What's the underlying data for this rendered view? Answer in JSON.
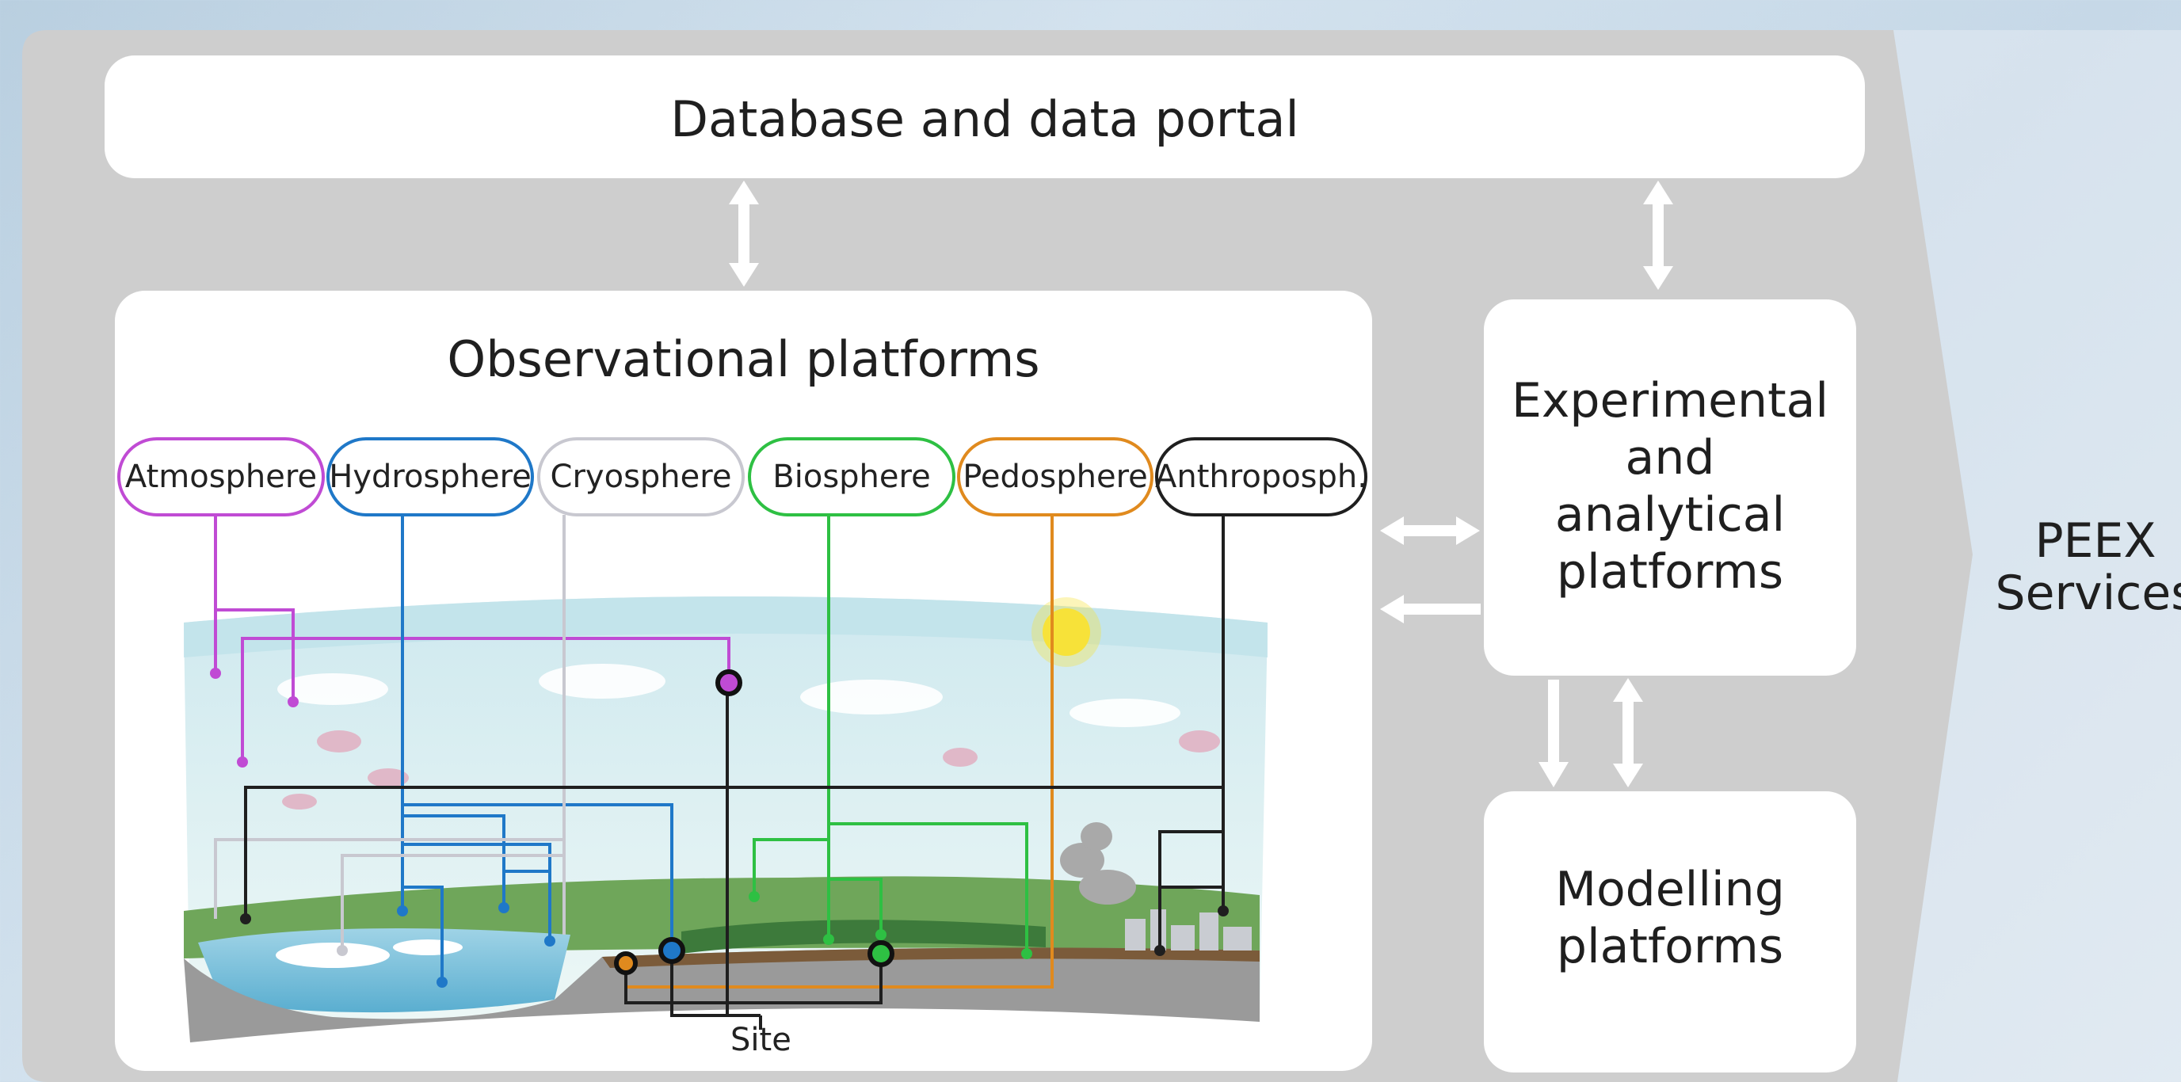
{
  "boxes": {
    "database": "Database and data portal",
    "observational": "Observational platforms",
    "experimental_lines": [
      "Experimental",
      "and",
      "analytical",
      "platforms"
    ],
    "modelling_lines": [
      "Modelling",
      "platforms"
    ],
    "services_lines": [
      "PEEX",
      "Services"
    ]
  },
  "spheres": [
    {
      "label": "Atmosphere",
      "color": "#c04bd4"
    },
    {
      "label": "Hydrosphere",
      "color": "#1f78c8"
    },
    {
      "label": "Cryosphere",
      "color": "#c8c8d0"
    },
    {
      "label": "Biosphere",
      "color": "#2ec043"
    },
    {
      "label": "Pedosphere",
      "color": "#e08a1e"
    },
    {
      "label": "Anthroposph.",
      "color": "#1f1f1f"
    }
  ],
  "site_label": "Site",
  "colors": {
    "panel": "#cecece",
    "box": "#ffffff",
    "background": "#c6d8e7"
  }
}
